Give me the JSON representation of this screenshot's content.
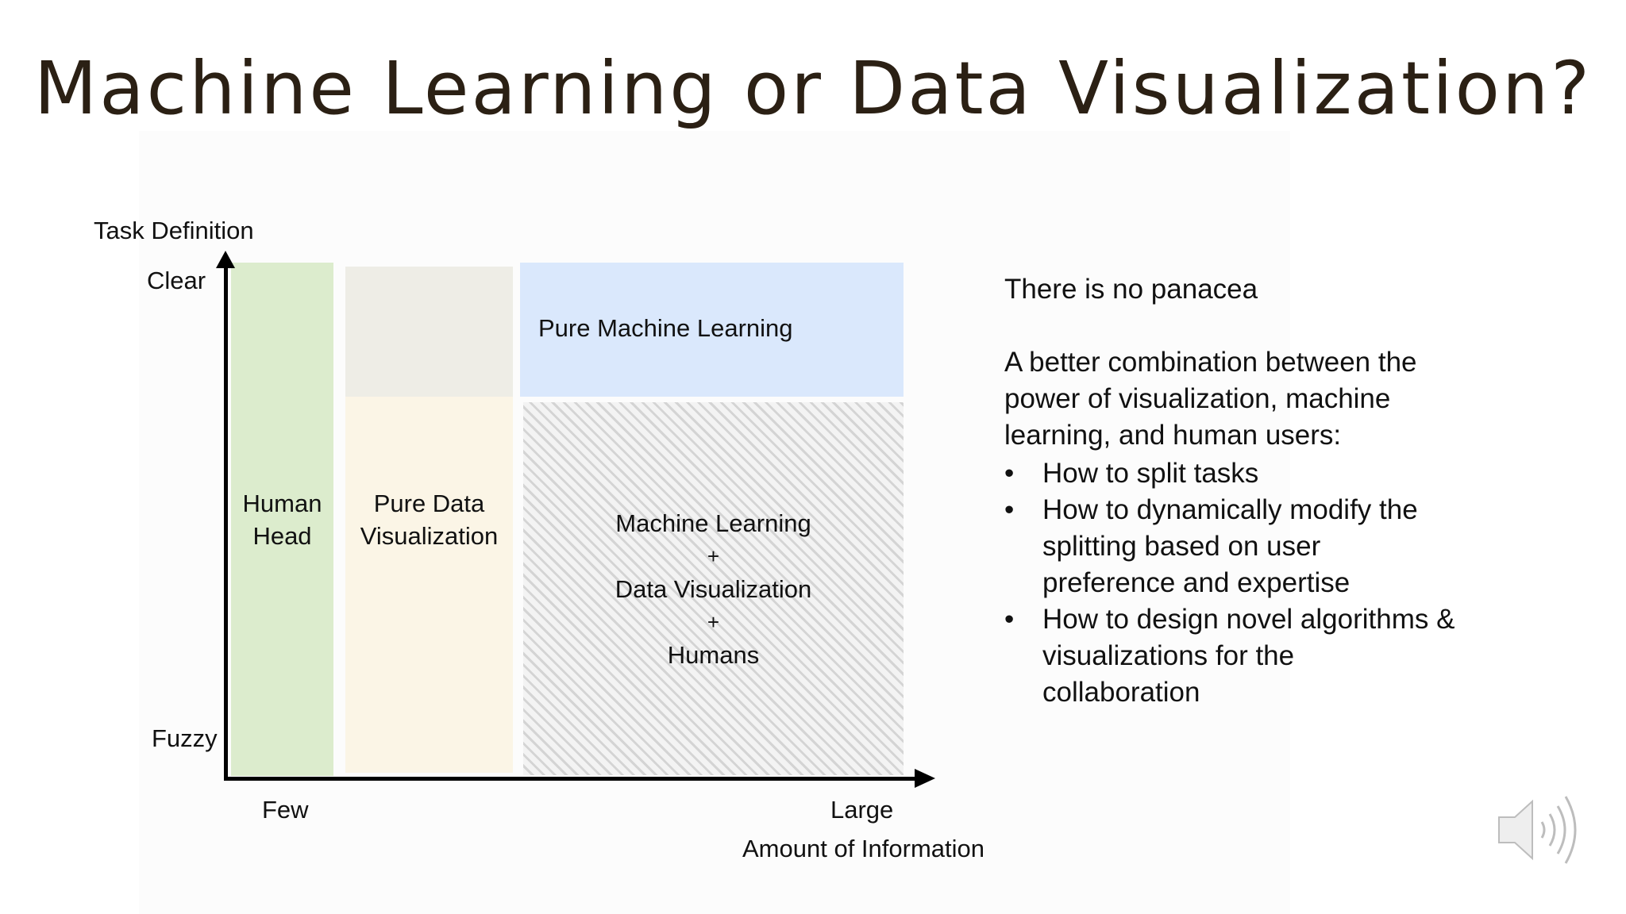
{
  "title": "Machine Learning or Data Visualization?",
  "diagram": {
    "y_axis_label": "Task Definition",
    "y_top": "Clear",
    "y_bottom": "Fuzzy",
    "x_left": "Few",
    "x_right": "Large",
    "x_axis_label": "Amount of Information",
    "regions": {
      "human_head": [
        "Human",
        "Head"
      ],
      "pure_dv": [
        "Pure Data",
        "Visualization"
      ],
      "pure_ml": "Pure Machine Learning",
      "combined": [
        "Machine Learning",
        "+",
        "Data Visualization",
        "+",
        "Humans"
      ]
    },
    "colors": {
      "human_head": "#dceccd",
      "pure_dv_top": "#eeede6",
      "pure_dv_bottom": "#fbf5e6",
      "pure_ml": "#dae8fc"
    }
  },
  "notes": {
    "headline": "There is no panacea",
    "intro": [
      "A better combination between the",
      "power of visualization, machine",
      "learning, and human users:"
    ],
    "bullet_symbol": "•",
    "bullets": [
      [
        "How to split tasks"
      ],
      [
        "How to dynamically modify the",
        "splitting based on user",
        "preference and expertise"
      ],
      [
        "How to design novel algorithms &",
        "visualizations for the",
        "collaboration"
      ]
    ]
  },
  "icons": {
    "speaker": "speaker-icon"
  }
}
